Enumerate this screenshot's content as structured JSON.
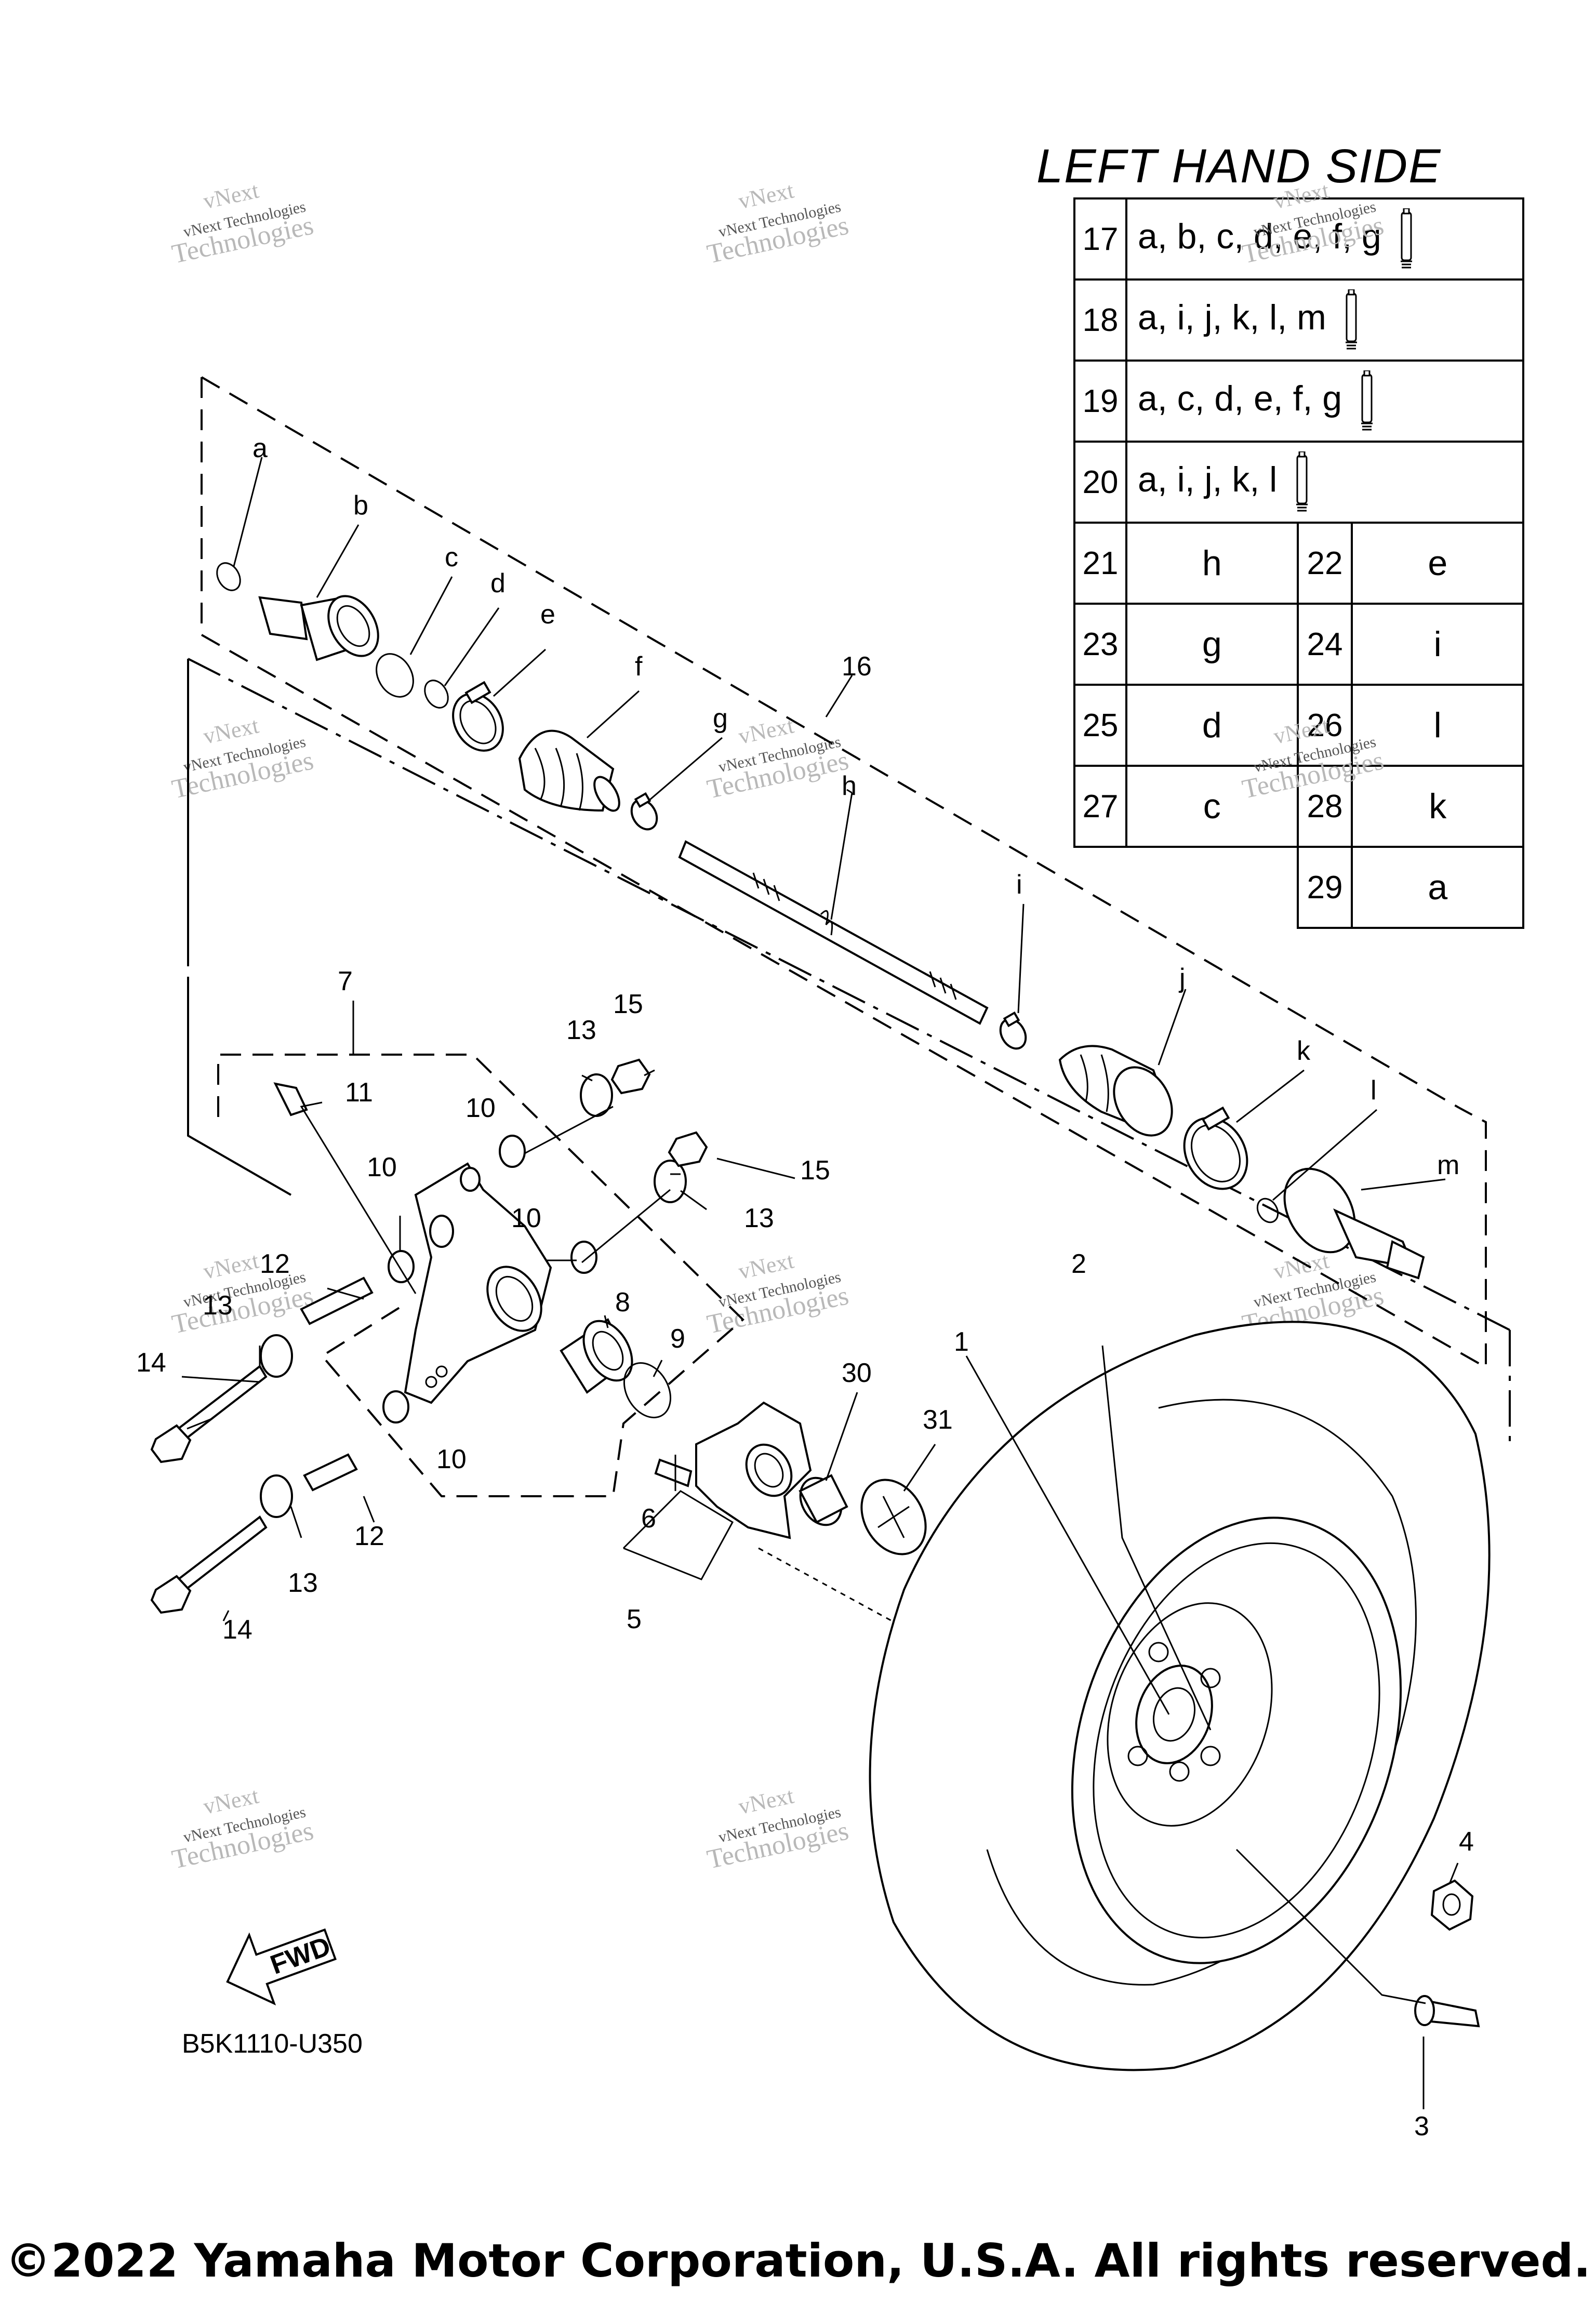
{
  "title": "LEFT HAND SIDE",
  "diagram_code": "B5K1110-U350",
  "copyright": "©2022 Yamaha Motor Corporation, U.S.A. All rights reserved.",
  "fwd_label": "FWD",
  "watermark": {
    "line1": "vNext",
    "line2": "vNext Technologies",
    "line3": "Technologies"
  },
  "table": {
    "full_rows": [
      {
        "no": "17",
        "parts": "a, b, c, d, e, f, g"
      },
      {
        "no": "18",
        "parts": "a, i, j, k, l, m"
      },
      {
        "no": "19",
        "parts": "a, c, d, e, f, g"
      },
      {
        "no": "20",
        "parts": "a, i, j, k, l"
      }
    ],
    "pair_rows": [
      {
        "no1": "21",
        "p1": "h",
        "no2": "22",
        "p2": "e"
      },
      {
        "no1": "23",
        "p1": "g",
        "no2": "24",
        "p2": "i"
      },
      {
        "no1": "25",
        "p1": "d",
        "no2": "26",
        "p2": "l"
      },
      {
        "no1": "27",
        "p1": "c",
        "no2": "28",
        "p2": "k"
      }
    ],
    "last_row": {
      "no": "29",
      "parts": "a"
    }
  },
  "callouts": {
    "a": "a",
    "b": "b",
    "c": "c",
    "d": "d",
    "e": "e",
    "f": "f",
    "g": "g",
    "h": "h",
    "i": "i",
    "j": "j",
    "k": "k",
    "l": "l",
    "m": "m",
    "n1": "1",
    "n2": "2",
    "n3": "3",
    "n4": "4",
    "n5": "5",
    "n6": "6",
    "n7": "7",
    "n8": "8",
    "n9": "9",
    "n10": "10",
    "n11": "11",
    "n12": "12",
    "n13": "13",
    "n14": "14",
    "n15": "15",
    "n16": "16",
    "n30": "30",
    "n31": "31"
  }
}
